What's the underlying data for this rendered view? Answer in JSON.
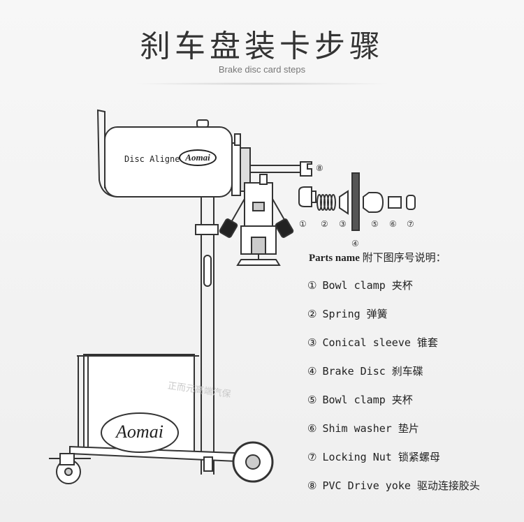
{
  "header": {
    "title": "刹车盘装卡步骤",
    "subtitle": "Brake disc card steps"
  },
  "machine": {
    "panel_label": "Disc Aligner",
    "brand": "Aomai",
    "cart_brand": "Aomai",
    "watermark": "正而元高端汽保"
  },
  "diagram_labels": [
    "①",
    "②",
    "③",
    "④",
    "⑤",
    "⑥",
    "⑦",
    "⑧"
  ],
  "parts": {
    "heading_en": "Parts name",
    "heading_cn": " 附下图序号说明：",
    "items": [
      {
        "num": "①",
        "name": "Bowl clamp 夹杯"
      },
      {
        "num": "②",
        "name": "Spring 弹簧"
      },
      {
        "num": "③",
        "name": "Conical sleeve 锥套"
      },
      {
        "num": "④",
        "name": "Brake Disc 刹车碟"
      },
      {
        "num": "⑤",
        "name": "Bowl clamp 夹杯"
      },
      {
        "num": "⑥",
        "name": "Shim washer 垫片"
      },
      {
        "num": "⑦",
        "name": "Locking Nut 锁紧螺母"
      },
      {
        "num": "⑧",
        "name": "PVC Drive yoke 驱动连接胶头"
      }
    ]
  },
  "colors": {
    "background": "#f3f3f3",
    "line": "#333333",
    "text": "#222222"
  }
}
